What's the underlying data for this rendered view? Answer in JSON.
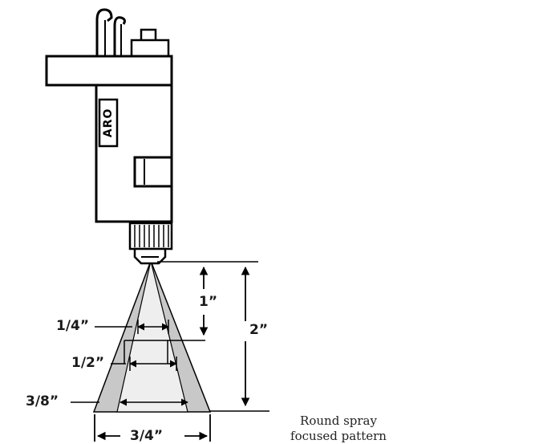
{
  "brand": "ARO",
  "labels": {
    "quarter_inch": "1/4”",
    "half_inch": "1/2”",
    "three_eighths_inch": "3/8”",
    "three_quarter_inch": "3/4”",
    "one_inch": "1”",
    "two_inch": "2”"
  },
  "caption": {
    "line1": "Round spray",
    "line2": "focused pattern"
  },
  "colors": {
    "outline": "#000000",
    "spray_outer": "#c8c8c8",
    "spray_inner": "#eeeeee"
  }
}
